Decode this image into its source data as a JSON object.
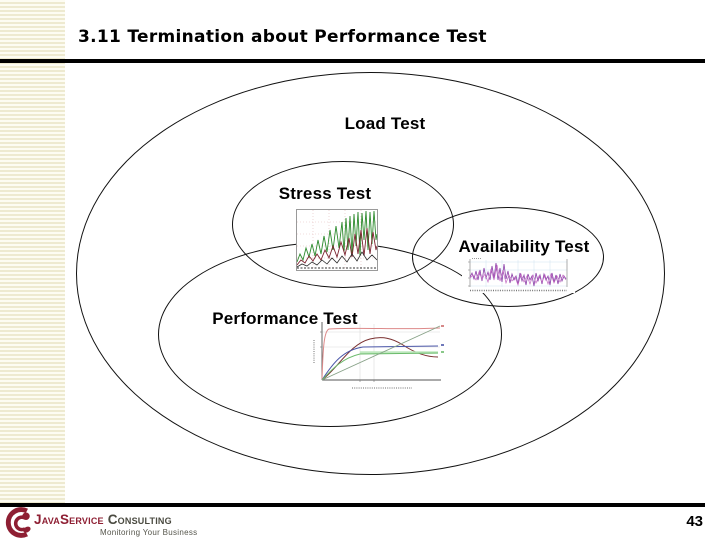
{
  "slide": {
    "title": "3.11 Termination about Performance Test",
    "page_number": "43"
  },
  "diagram": {
    "load_label": "Load Test",
    "stress_label": "Stress Test",
    "availability_label": "Availability Test",
    "performance_label": "Performance Test",
    "thumbnails": {
      "stress": "perfmon-spike-chart",
      "availability": "availability-monitor-chart",
      "performance": "throughput-vs-load-chart"
    }
  },
  "footer": {
    "brand_primary": "JavaService",
    "brand_secondary": "Consulting",
    "tagline": "Monitoring Your Business"
  },
  "colors": {
    "accent_red": "#8e1f33",
    "rule_black": "#000000",
    "stripe_cream": "#eeead0",
    "spike_green": "#2e8b2e",
    "spike_maroon": "#7d2430",
    "avail_purple": "#8b3fa8",
    "curve_salmon": "#dd8a8a",
    "curve_blue": "#4a56a8",
    "curve_green": "#6cbb6c"
  }
}
